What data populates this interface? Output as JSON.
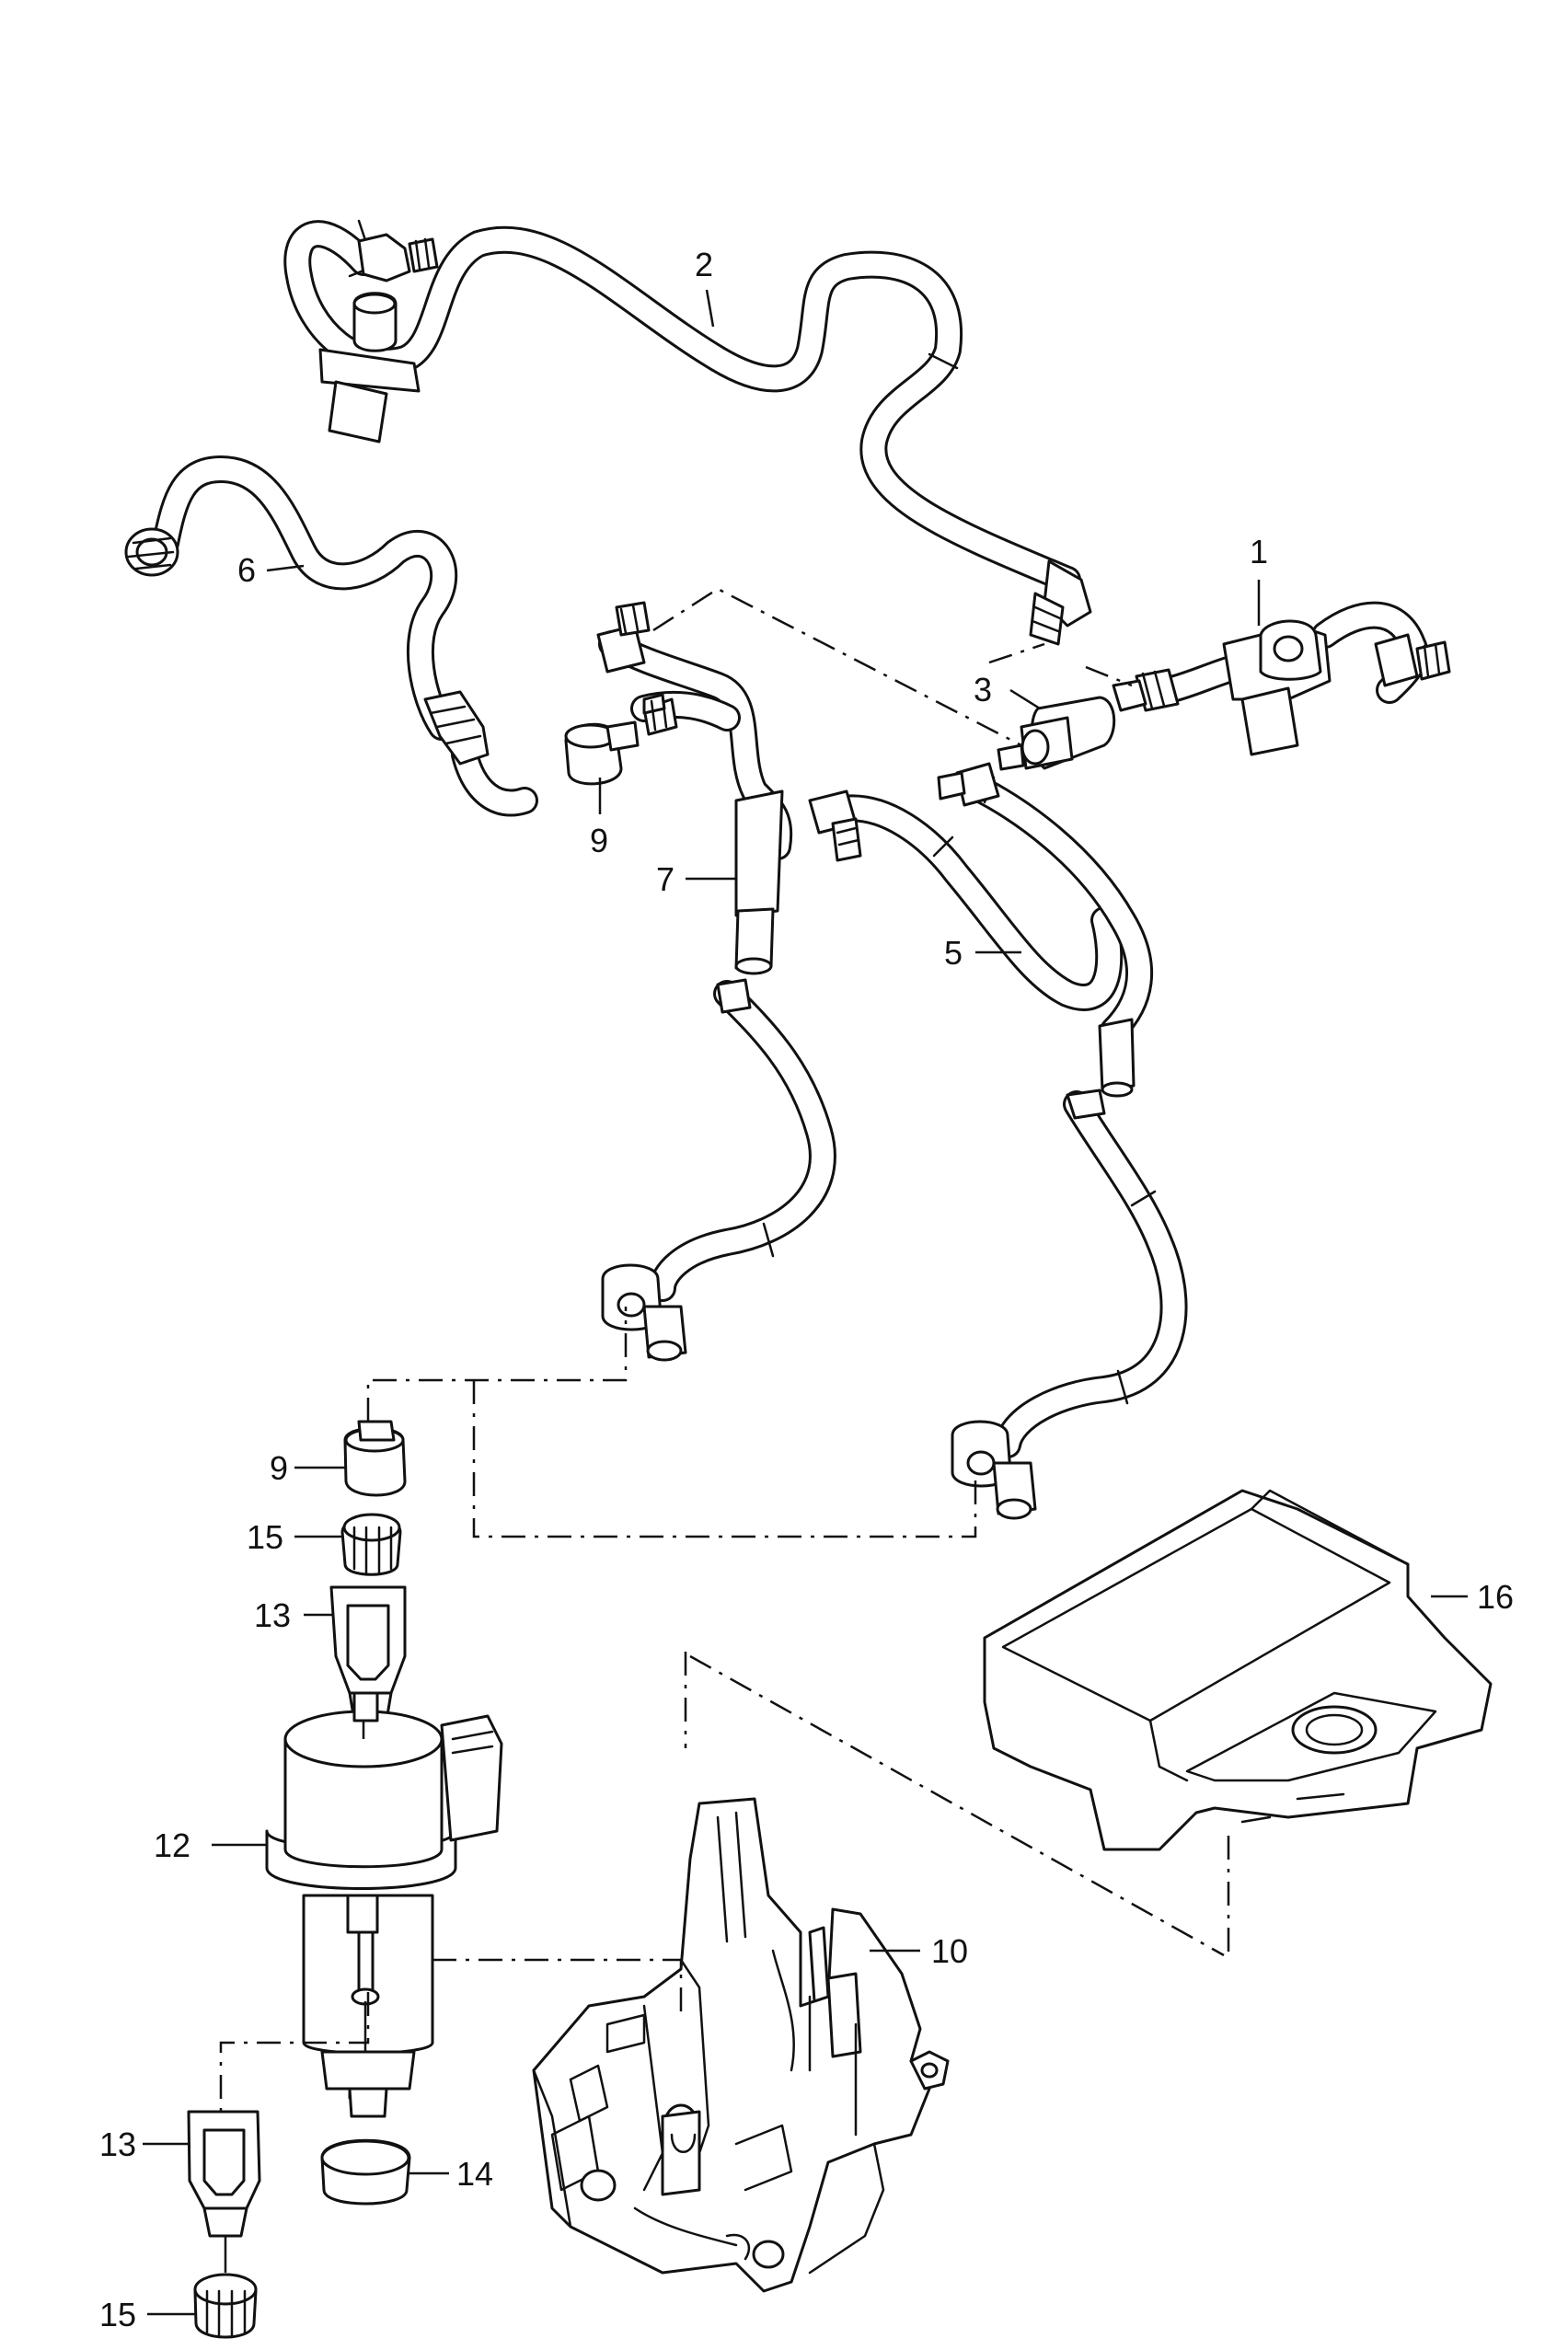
{
  "callouts": {
    "c1": "1",
    "c2": "2",
    "c3": "3",
    "c5": "5",
    "c6": "6",
    "c7": "7",
    "c9a": "9",
    "c9b": "9",
    "c10": "10",
    "c12": "12",
    "c13a": "13",
    "c13b": "13",
    "c14": "14",
    "c15a": "15",
    "c15b": "15",
    "c16": "16"
  },
  "colors": {
    "line": "#111111",
    "background": "#ffffff"
  }
}
